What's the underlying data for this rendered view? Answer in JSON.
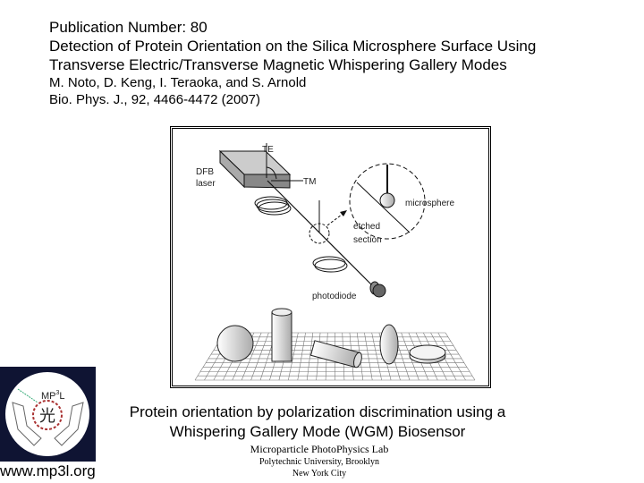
{
  "header": {
    "pub_number": "Publication Number: 80",
    "title_line1": "Detection of Protein Orientation on the Silica Microsphere Surface Using",
    "title_line2": "Transverse Electric/Transverse Magnetic Whispering Gallery Modes",
    "authors": "M. Noto, D. Keng, I. Teraoka, and S. Arnold",
    "citation": "Bio. Phys. J., 92, 4466-4472 (2007)"
  },
  "figure": {
    "te": "TE",
    "tm": "TM",
    "dfb": "DFB",
    "laser": "laser",
    "microsphere": "microsphere",
    "etched": "etched",
    "section": "section",
    "photodiode": "photodiode"
  },
  "caption": {
    "line1": "Protein orientation by polarization discrimination using a",
    "line2": "Whispering Gallery Mode (WGM) Biosensor"
  },
  "lab": {
    "name": "Microparticle PhotoPhysics Lab",
    "university": "Polytechnic University, Brooklyn",
    "city": "New York City"
  },
  "logo": {
    "text": "MP3L",
    "glyph": "光",
    "url": "www.mp3l.org"
  }
}
